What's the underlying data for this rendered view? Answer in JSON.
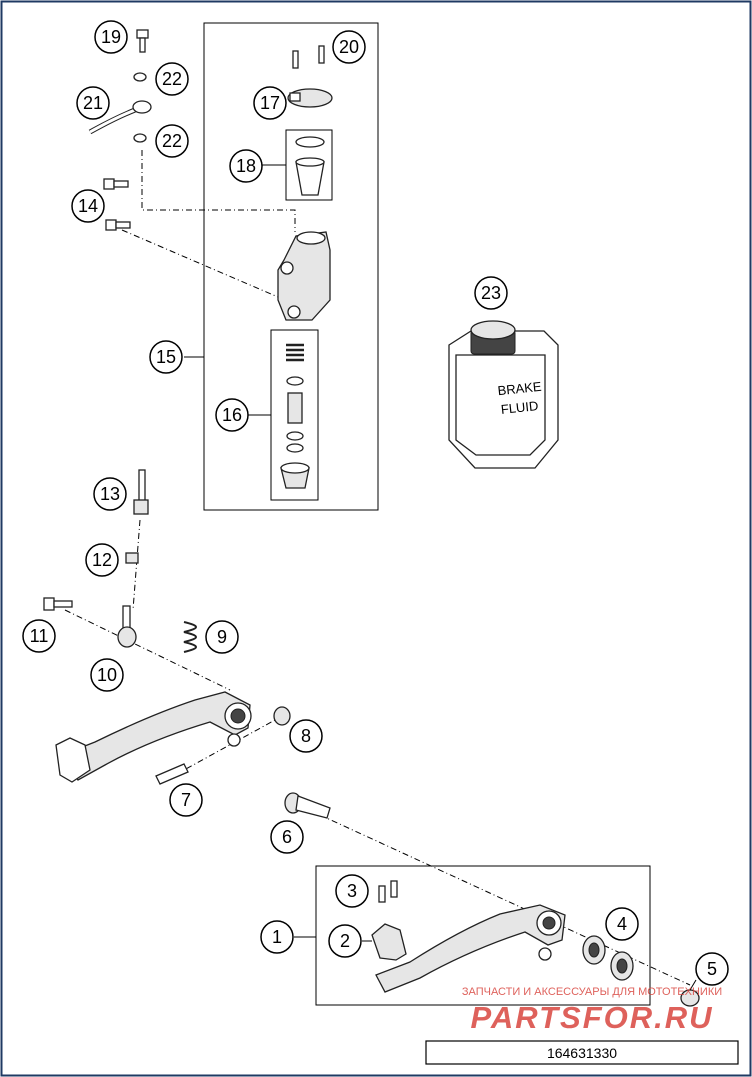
{
  "diagram": {
    "callouts": [
      {
        "id": "c1",
        "label": "1"
      },
      {
        "id": "c2",
        "label": "2"
      },
      {
        "id": "c3",
        "label": "3"
      },
      {
        "id": "c4",
        "label": "4"
      },
      {
        "id": "c5",
        "label": "5"
      },
      {
        "id": "c6",
        "label": "6"
      },
      {
        "id": "c7",
        "label": "7"
      },
      {
        "id": "c8",
        "label": "8"
      },
      {
        "id": "c9",
        "label": "9"
      },
      {
        "id": "c10",
        "label": "10"
      },
      {
        "id": "c11",
        "label": "11"
      },
      {
        "id": "c12",
        "label": "12"
      },
      {
        "id": "c13",
        "label": "13"
      },
      {
        "id": "c14",
        "label": "14"
      },
      {
        "id": "c15",
        "label": "15"
      },
      {
        "id": "c16",
        "label": "16"
      },
      {
        "id": "c17",
        "label": "17"
      },
      {
        "id": "c18",
        "label": "18"
      },
      {
        "id": "c19",
        "label": "19"
      },
      {
        "id": "c20",
        "label": "20"
      },
      {
        "id": "c21",
        "label": "21"
      },
      {
        "id": "c22a",
        "label": "22"
      },
      {
        "id": "c22b",
        "label": "22"
      },
      {
        "id": "c23",
        "label": "23"
      }
    ],
    "fluid_can_label_line1": "BRAKE",
    "fluid_can_label_line2": "FLUID",
    "watermark_tagline": "ЗАПЧАСТИ И АКСЕССУАРЫ ДЛЯ МОТОТЕХНИКИ",
    "watermark_logo": "PARTSFOR.RU",
    "diagram_number": "164631330",
    "colors": {
      "frame_border": "#1f3a63",
      "watermark_red": "#d9463f"
    }
  }
}
